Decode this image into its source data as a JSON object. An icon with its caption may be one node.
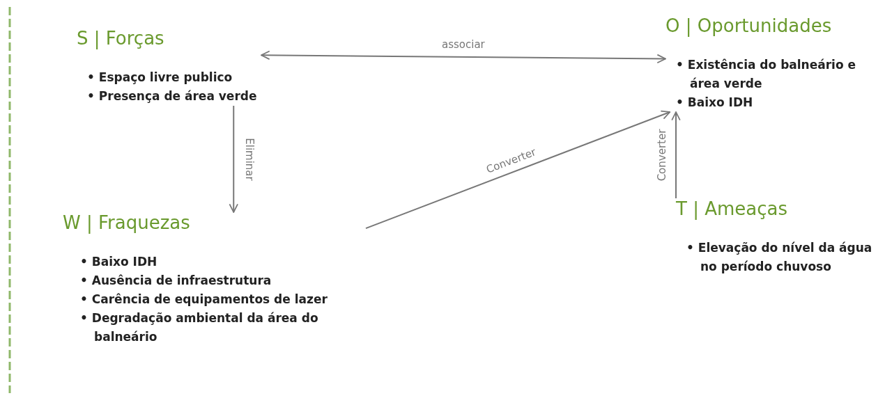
{
  "diagram": {
    "nodes": [
      {
        "text": [
          "S | Forças",
          "• Espaço livre publico",
          "• Presença de área verde"
        ]
      },
      {
        "text": [
          "O | Oportunidades",
          "• Existência do balneário e área verde",
          "• Baixo IDH"
        ]
      },
      {
        "text": [
          "W | Fraquezas",
          "• Baixo IDH",
          "• Ausência de infraestrutura",
          "• Carência de equipamentos de lazer",
          "• Degradação ambiental da área do balneário"
        ]
      },
      {
        "text": [
          "T | Ameaças",
          "• Elevação do nível da água no período chuvoso"
        ]
      }
    ],
    "edges": [
      {
        "from": 0,
        "to": 1,
        "arrow": "both",
        "label": "associar"
      },
      {
        "from": 0,
        "to": 2,
        "arrow": "to",
        "label": "Eliminar"
      },
      {
        "from": 2,
        "to": 1,
        "arrow": "to",
        "label": "Converter"
      },
      {
        "from": 3,
        "to": 1,
        "arrow": "to",
        "label": "Converter"
      }
    ]
  }
}
